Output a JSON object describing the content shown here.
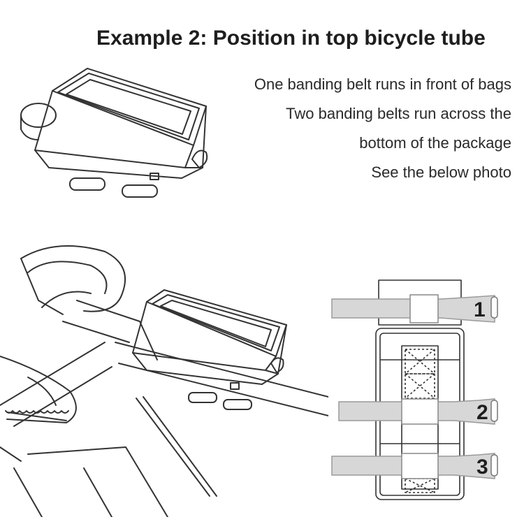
{
  "heading": "Example 2: Position in top bicycle tube",
  "description_lines": [
    "One banding belt runs in front of bags",
    "Two banding belts run across the",
    "bottom of the package",
    "See the below photo"
  ],
  "belt_labels": [
    "1",
    "2",
    "3"
  ],
  "colors": {
    "outline": "#333333",
    "strap": "#d7d7d7",
    "strap_edge": "#9a9a9a"
  },
  "icons": {
    "bag_illustration": "top-tube-bag-icon",
    "bike_illustration": "bicycle-with-bag-icon",
    "strap_diagram": "strap-layout-diagram"
  }
}
